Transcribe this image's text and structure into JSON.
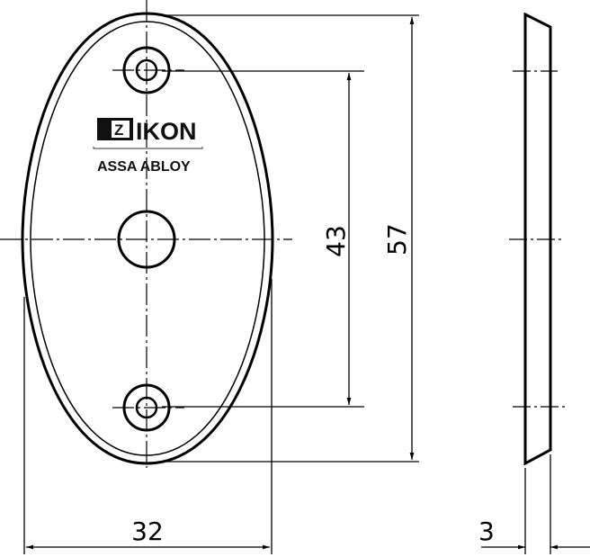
{
  "logo": {
    "brand": "IKON",
    "mark": "Z",
    "subbrand": "ASSA ABLOY"
  },
  "dimensions": {
    "width": "32",
    "hole_spacing": "43",
    "height": "57",
    "thickness": "3"
  },
  "colors": {
    "line": "#000000",
    "background": "#ffffff"
  }
}
